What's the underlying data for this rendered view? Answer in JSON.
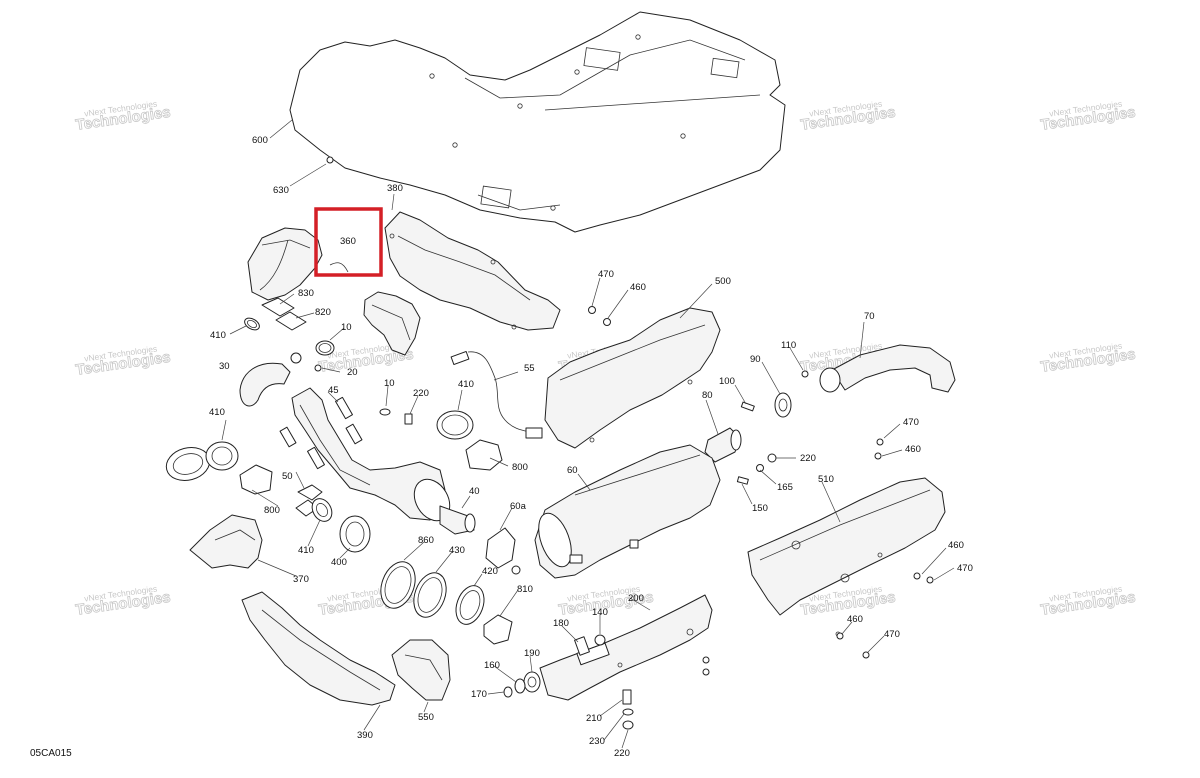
{
  "diagram_code": "05CA015",
  "watermark": {
    "line1": "vNext Technologies",
    "line2": "Technologies"
  },
  "highlight_color": "#d41f26",
  "highlighted_part": "360",
  "part_labels": {
    "p600": "600",
    "p630": "630",
    "p380": "380",
    "p360": "360",
    "p830": "830",
    "p820": "820",
    "p410a": "410",
    "p10a": "10",
    "p30": "30",
    "p20": "20",
    "p45": "45",
    "p10b": "10",
    "p220a": "220",
    "p410b": "410",
    "p55": "55",
    "p470a": "470",
    "p460a": "460",
    "p500": "500",
    "p70": "70",
    "p110": "110",
    "p90": "90",
    "p100": "100",
    "p80": "80",
    "p410c": "410",
    "p800a": "800",
    "p50": "50",
    "p800b": "800",
    "p40": "40",
    "p60": "60",
    "p220b": "220",
    "p165": "165",
    "p150": "150",
    "p510": "510",
    "p470b": "470",
    "p460b": "460",
    "p410d": "410",
    "p400": "400",
    "p370": "370",
    "p860": "860",
    "p430": "430",
    "p60a": "60a",
    "p420": "420",
    "p810": "810",
    "p200": "200",
    "p140": "140",
    "p180": "180",
    "p190": "190",
    "p160": "160",
    "p170": "170",
    "p210": "210",
    "p230": "230",
    "p220c": "220",
    "p390": "390",
    "p550": "550",
    "p460c": "460",
    "p470c": "470",
    "p460d": "460",
    "p470d": "470"
  }
}
